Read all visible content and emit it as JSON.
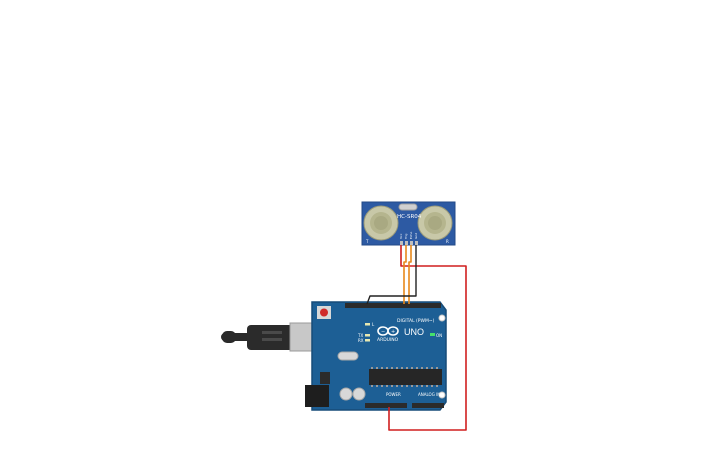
{
  "sensor": {
    "model_label": "HC-SR04",
    "pins": [
      "Vcc",
      "Trig",
      "Echo",
      "Gnd"
    ],
    "side_left": "T",
    "side_right": "R"
  },
  "arduino": {
    "brand": "ARDUINO",
    "model": "UNO",
    "digital_header_label": "DIGITAL (PWM~)",
    "power_header_label": "POWER",
    "analog_header_label": "ANALOG IN",
    "on_label": "ON",
    "tx_label": "TX",
    "rx_label": "RX",
    "l_label": "L"
  },
  "colors": {
    "board": "#1d5f95",
    "board_edge": "#174c78",
    "sensor_board": "#2d5aa3",
    "transducer": "#c8c8a8",
    "wire_red": "#d01f1f",
    "wire_orange": "#e8891c",
    "wire_black": "#222222",
    "usb_cable": "#2a2a2a",
    "header": "#2b2b2b"
  },
  "icons": {
    "arduino_logo": "infinity-logo-icon",
    "reset": "reset-button-icon"
  }
}
